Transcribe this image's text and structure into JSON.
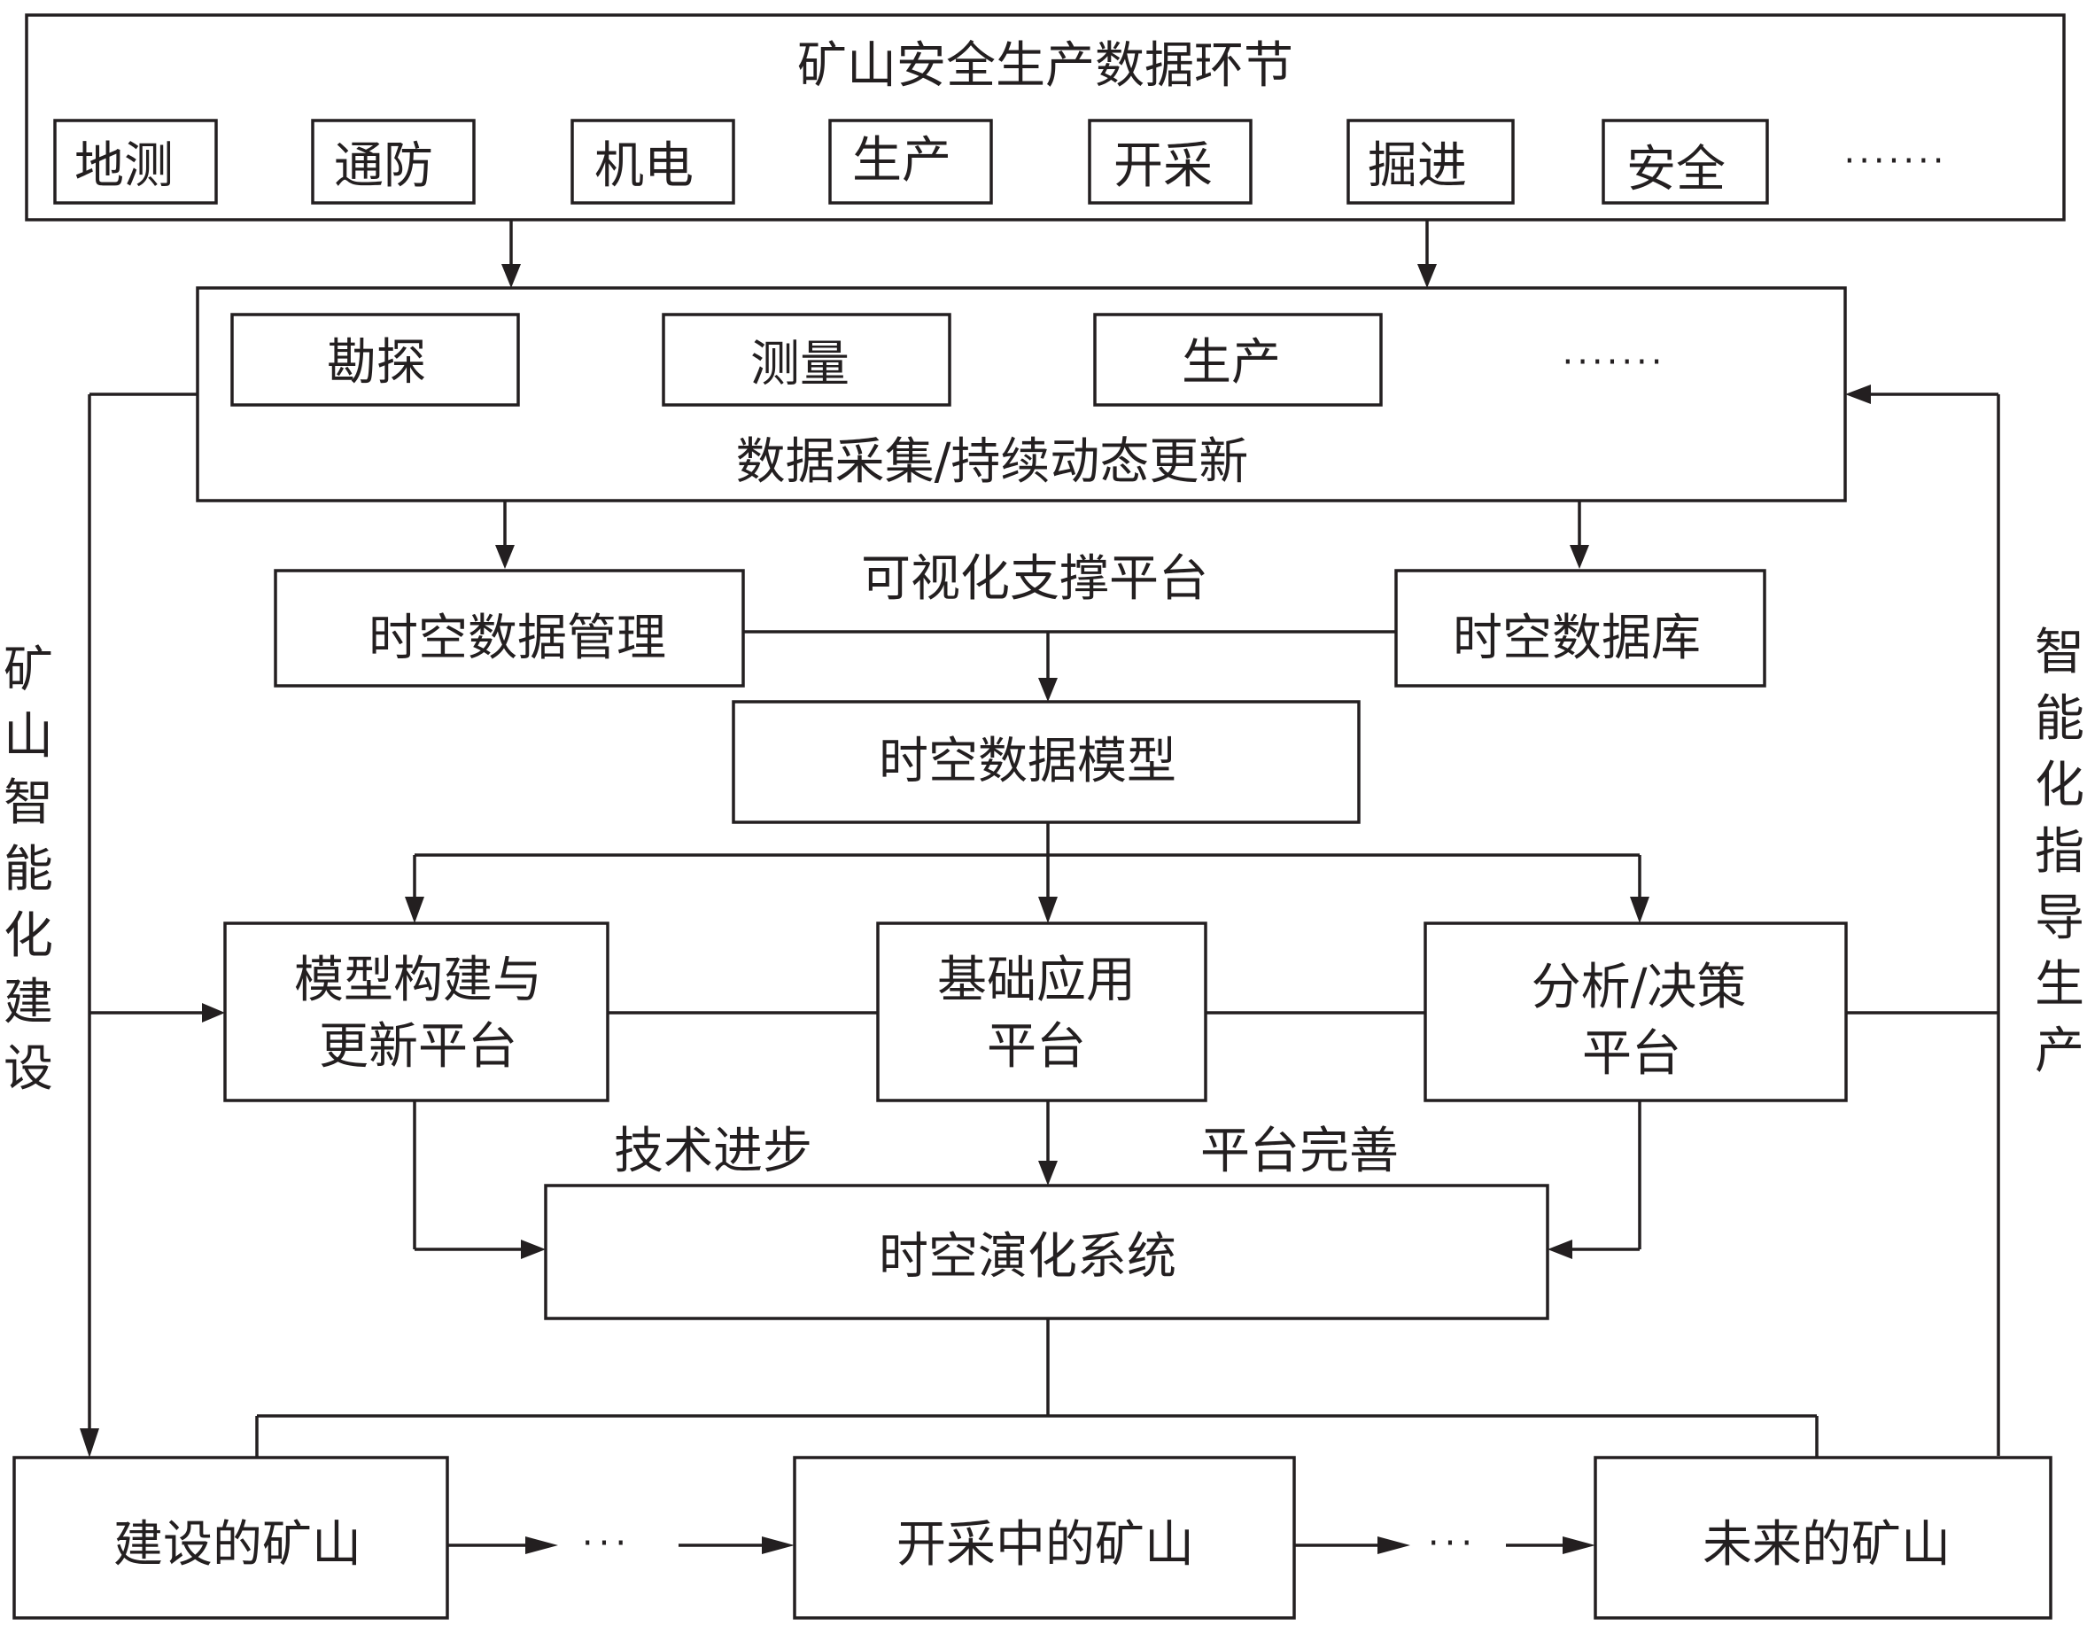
{
  "top_panel": {
    "title": "矿山安全生产数据环节",
    "items": [
      "地测",
      "通防",
      "机电",
      "生产",
      "开采",
      "掘进",
      "安全"
    ],
    "ellipsis": "·······"
  },
  "collection_panel": {
    "items": [
      "勘探",
      "测量",
      "生产"
    ],
    "ellipsis": "·······",
    "caption": "数据采集/持续动态更新"
  },
  "visual_platform_label": "可视化支撑平台",
  "st_data_management": "时空数据管理",
  "st_database": "时空数据库",
  "st_data_model": "时空数据模型",
  "platforms": {
    "model_build": [
      "模型构建与",
      "更新平台"
    ],
    "basic_app": [
      "基础应用",
      "平台"
    ],
    "analysis": [
      "分析/决策",
      "平台"
    ]
  },
  "tech_progress_label": "技术进步",
  "platform_improve_label": "平台完善",
  "st_evolution_system": "时空演化系统",
  "left_side_label": [
    "矿",
    "山",
    "智",
    "能",
    "化",
    "建",
    "设"
  ],
  "right_side_label": [
    "智",
    "能",
    "化",
    "指",
    "导",
    "生",
    "产"
  ],
  "mines": {
    "built": "建设的矿山",
    "mining": "开采中的矿山",
    "future": "未来的矿山",
    "gap_dots": "···"
  }
}
